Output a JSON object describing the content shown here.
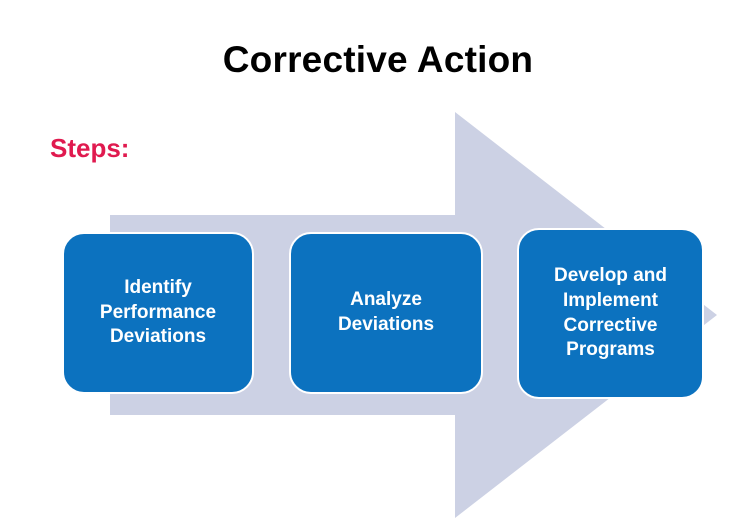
{
  "page": {
    "title": "Corrective Action",
    "background_color": "#ffffff"
  },
  "steps_label": {
    "text": "Steps:",
    "color": "#e01a4f"
  },
  "arrow": {
    "name": "right-arrow-shape",
    "direction": "right",
    "fill_color": "#CCD1E4"
  },
  "process": {
    "box_fill_color": "#0C72BF",
    "box_text_color": "#ffffff",
    "box_border_color": "#ffffff",
    "steps": [
      {
        "id": 1,
        "text": "Identify\nPerformance\nDeviations"
      },
      {
        "id": 2,
        "text": "Analyze\nDeviations"
      },
      {
        "id": 3,
        "text": "Develop and\nImplement\nCorrective\nPrograms"
      }
    ]
  }
}
